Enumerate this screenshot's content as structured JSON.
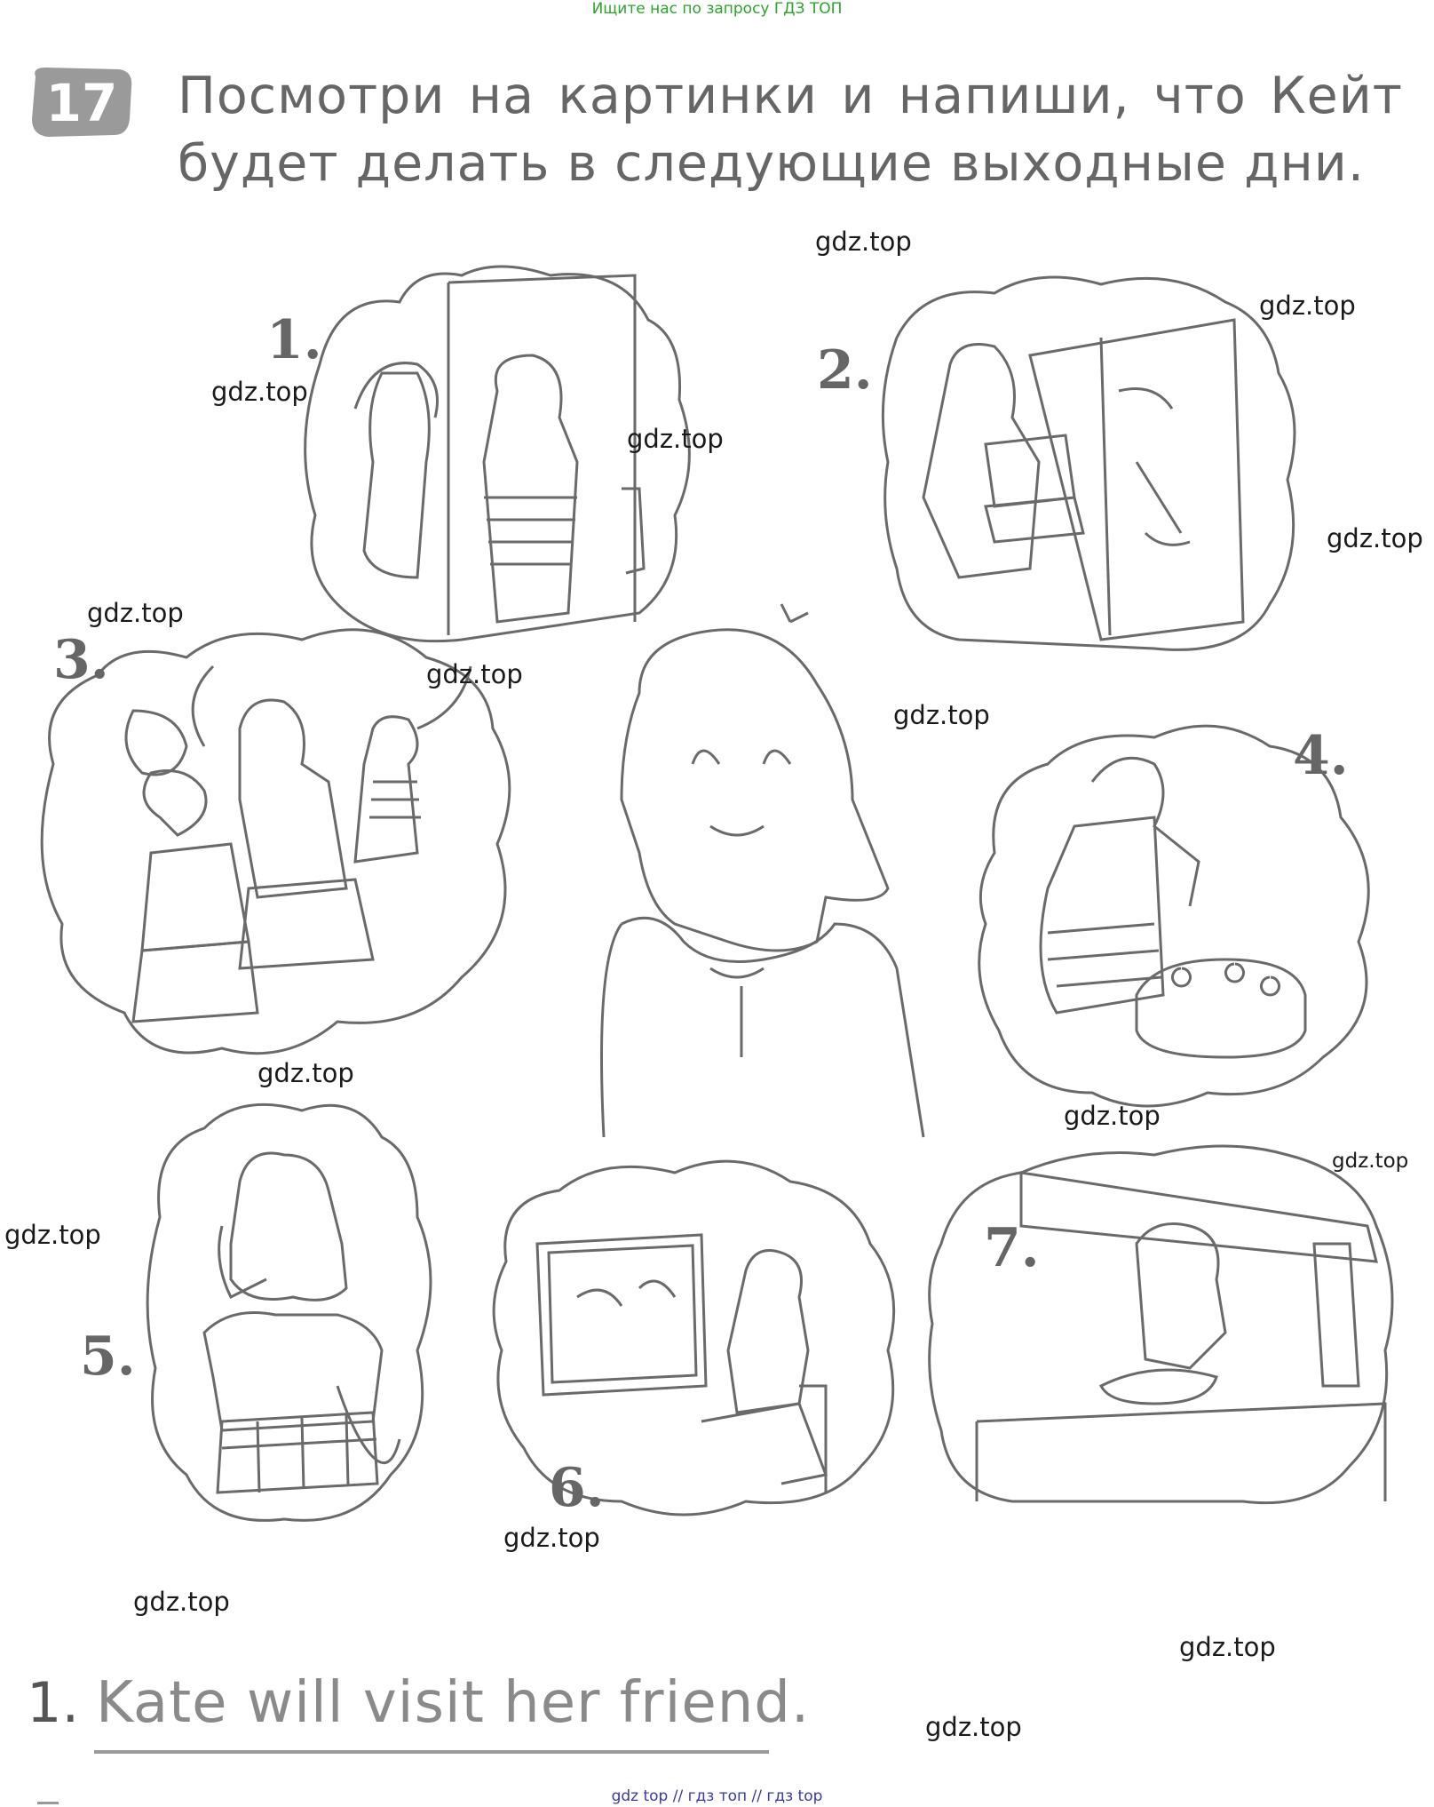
{
  "banner": "Ищите нас по запросу ГДЗ ТОП",
  "exercise_number": "17",
  "title_line1_words": [
    "Посмотри",
    "на",
    "картинки",
    "и",
    "напиши,",
    "что",
    "Кейт"
  ],
  "title_line2": "будет делать в следующие выходные дни.",
  "picture_numbers": [
    "1.",
    "2.",
    "3.",
    "4.",
    "5.",
    "6.",
    "7."
  ],
  "watermark": "gdz.top",
  "answer_number": "1.",
  "answer_text": "Kate will visit her friend.",
  "footer": "gdz top  //  гдз топ  //  гдз top",
  "colors": {
    "banner": "#2aa52a",
    "footer": "#3a3aa8",
    "title": "#666666"
  }
}
